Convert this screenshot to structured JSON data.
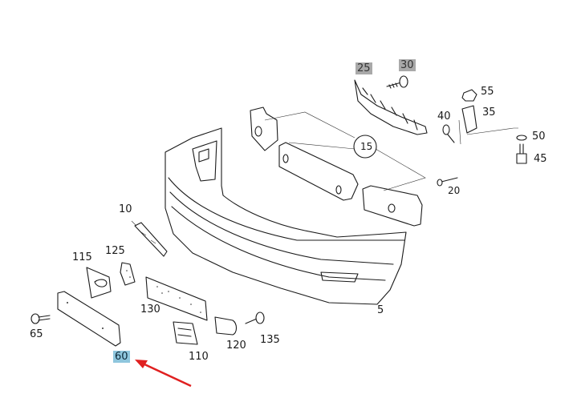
{
  "diagram": {
    "title": "Front bumper exploded parts diagram",
    "highlight_colors": {
      "gray_label_bg": "#a9a9a9",
      "selected_label_bg": "#8fc6dd",
      "arrow": "#e02020"
    },
    "selected_part": "60",
    "callouts": [
      {
        "id": "5",
        "label": "5",
        "style": "plain"
      },
      {
        "id": "10",
        "label": "10",
        "style": "plain"
      },
      {
        "id": "15",
        "label": "15",
        "style": "circled"
      },
      {
        "id": "20",
        "label": "20",
        "style": "plain"
      },
      {
        "id": "25",
        "label": "25",
        "style": "gray"
      },
      {
        "id": "30",
        "label": "30",
        "style": "gray"
      },
      {
        "id": "35",
        "label": "35",
        "style": "plain"
      },
      {
        "id": "40",
        "label": "40",
        "style": "plain"
      },
      {
        "id": "45",
        "label": "45",
        "style": "plain"
      },
      {
        "id": "50",
        "label": "50",
        "style": "plain"
      },
      {
        "id": "55",
        "label": "55",
        "style": "plain"
      },
      {
        "id": "60",
        "label": "60",
        "style": "selected"
      },
      {
        "id": "65",
        "label": "65",
        "style": "plain"
      },
      {
        "id": "110",
        "label": "110",
        "style": "plain"
      },
      {
        "id": "115",
        "label": "115",
        "style": "plain"
      },
      {
        "id": "120",
        "label": "120",
        "style": "plain"
      },
      {
        "id": "125",
        "label": "125",
        "style": "plain"
      },
      {
        "id": "130",
        "label": "130",
        "style": "plain"
      },
      {
        "id": "135",
        "label": "135",
        "style": "plain"
      }
    ]
  }
}
